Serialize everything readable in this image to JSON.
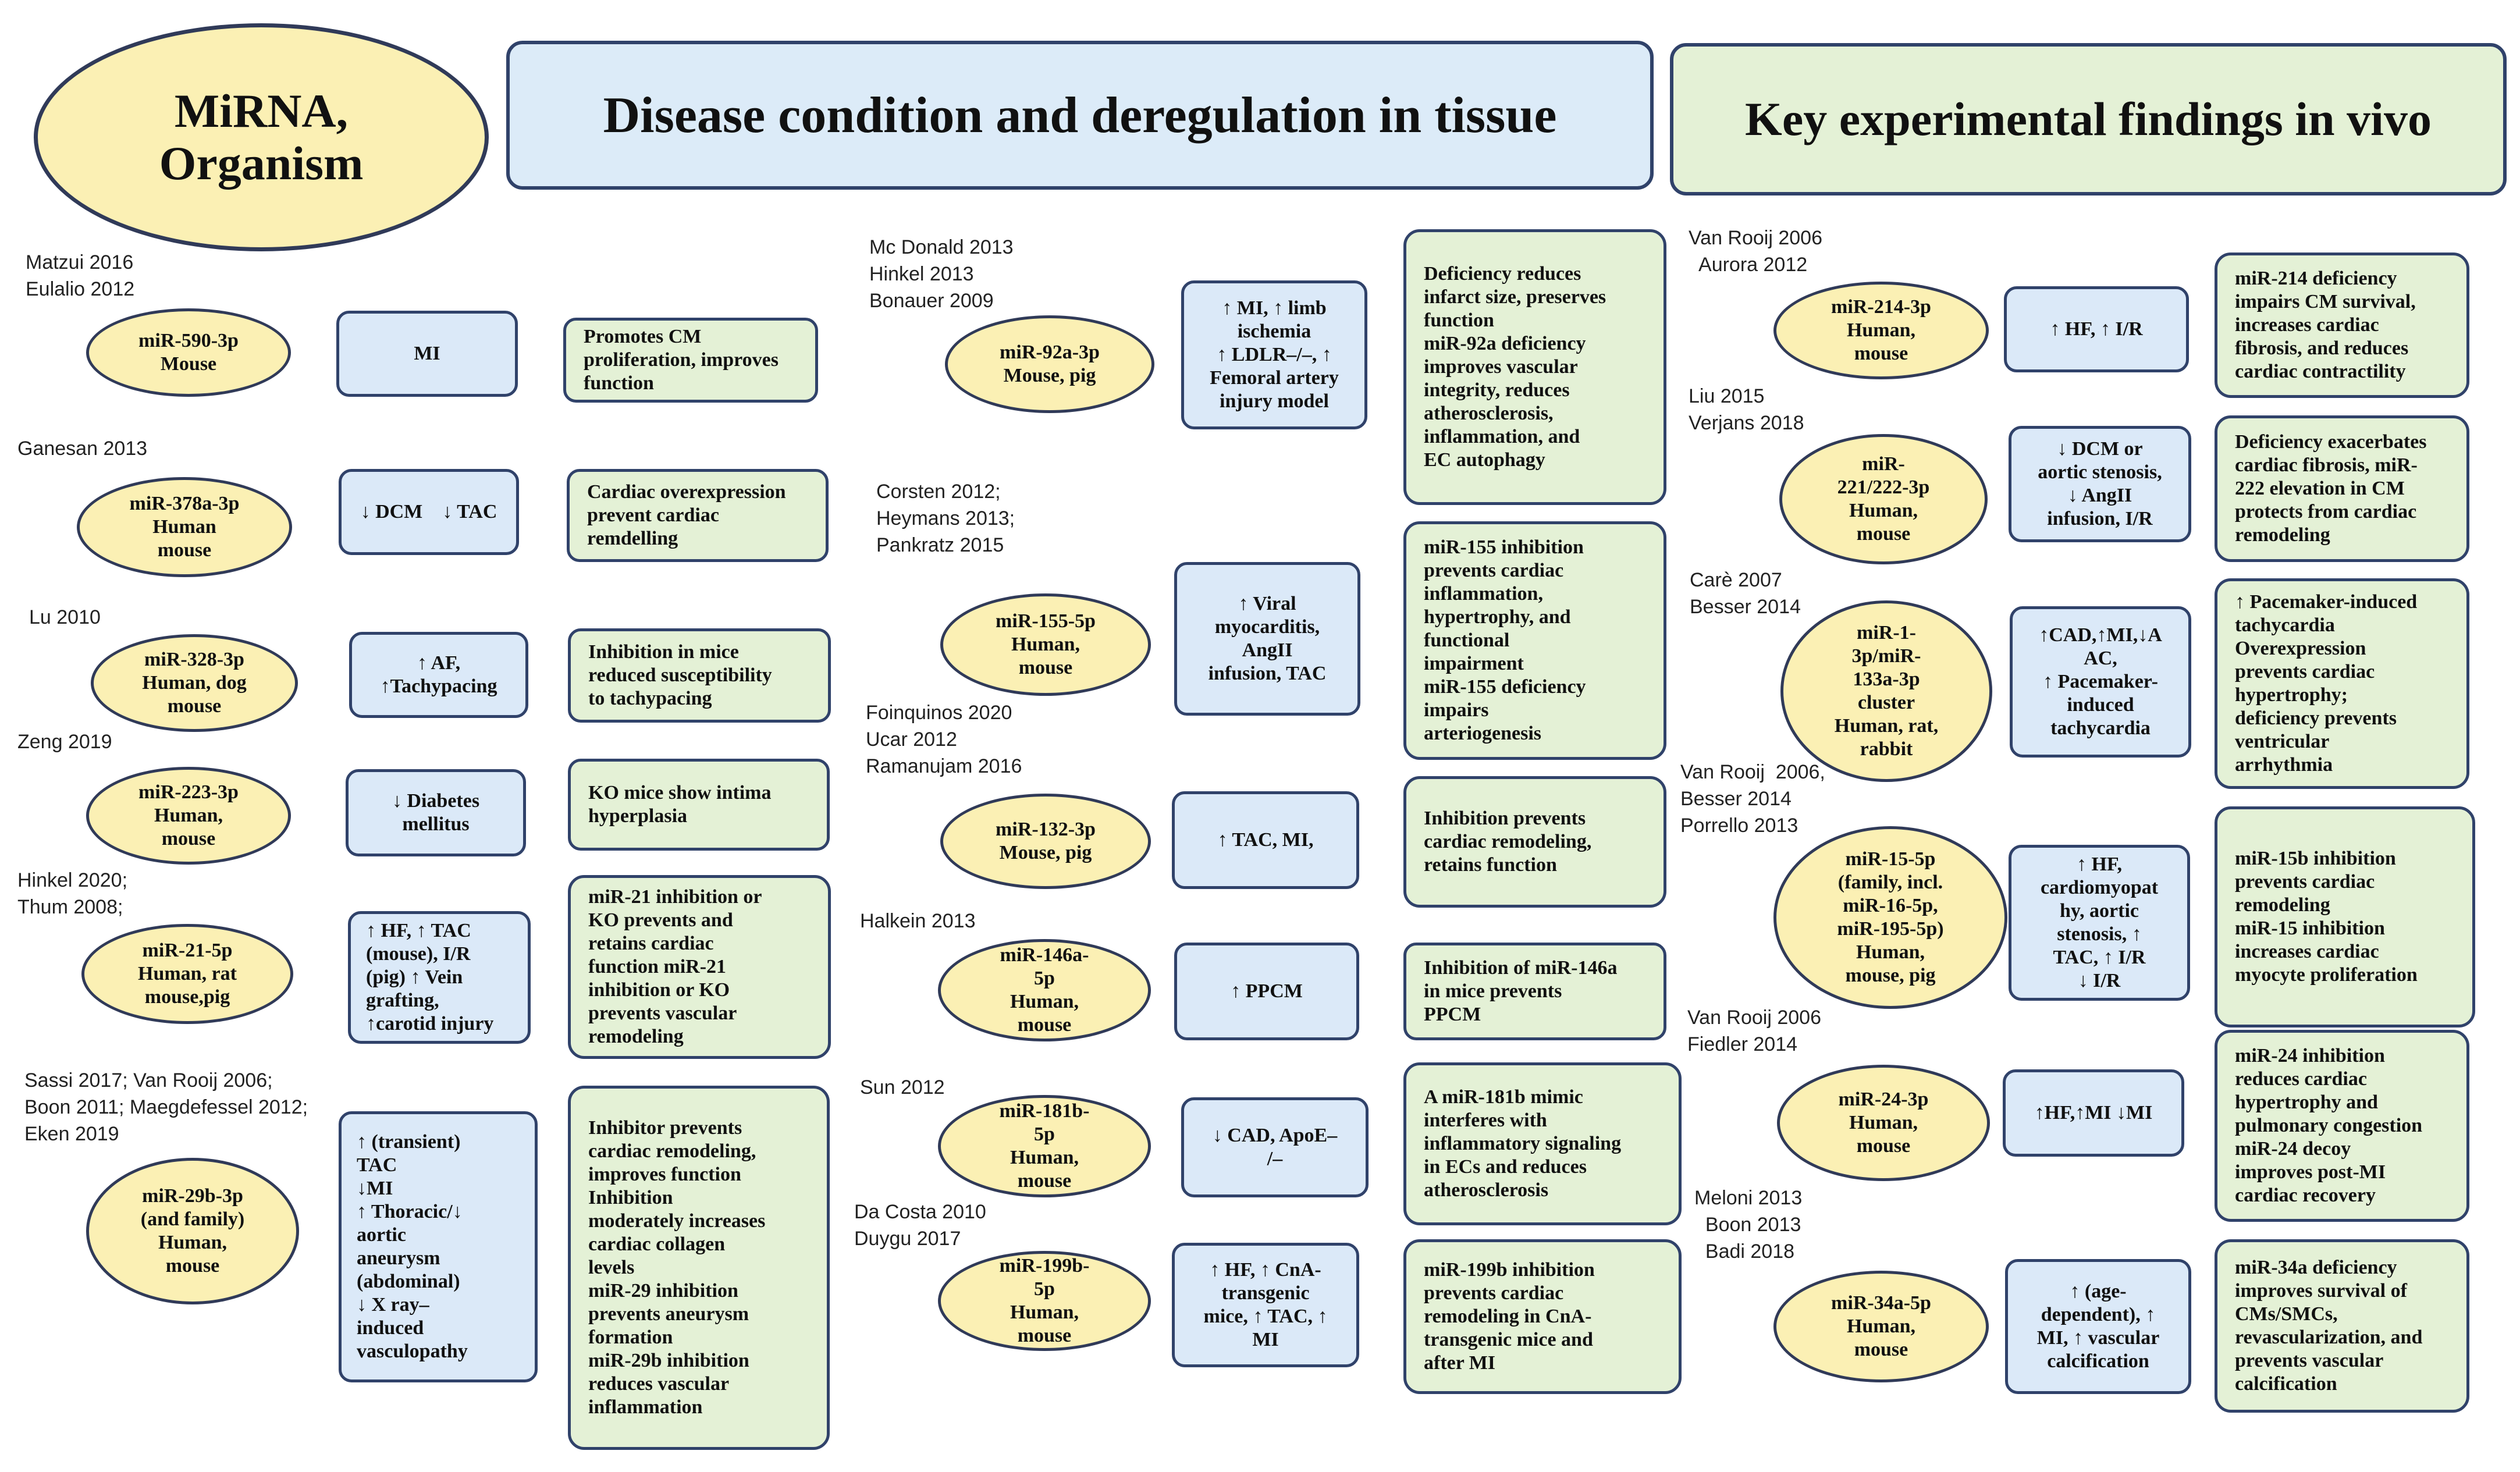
{
  "headers": {
    "mirna": "MiRNA,\nOrganism",
    "disease": "Disease condition and deregulation in tissue",
    "findings": "Key experimental findings in vivo"
  },
  "entries": [
    {
      "citation": "Matzui 2016\nEulalio 2012",
      "mirna": "miR-590-3p\nMouse",
      "condition": "MI",
      "finding": "Promotes CM\nproliferation, improves\nfunction"
    },
    {
      "citation": "Ganesan 2013",
      "mirna": "miR-378a-3p\nHuman\nmouse",
      "condition": "↓ DCM    ↓ TAC",
      "finding": "Cardiac overexpression\nprevent cardiac\nremdelling"
    },
    {
      "citation": "Lu 2010",
      "mirna": "miR-328-3p\nHuman, dog\nmouse",
      "condition": "↑ AF,\n↑Tachypacing",
      "finding": "Inhibition in mice\nreduced susceptibility\nto tachypacing"
    },
    {
      "citation": "Zeng 2019",
      "mirna": "miR-223-3p\nHuman,\nmouse",
      "condition": "↓ Diabetes\nmellitus",
      "finding": "KO mice show intima\nhyperplasia"
    },
    {
      "citation": "Hinkel 2020;\nThum 2008;",
      "mirna": "miR-21-5p\nHuman, rat\nmouse,pig",
      "condition": "↑ HF, ↑ TAC\n(mouse), I/R\n(pig) ↑ Vein\ngrafting,\n↑carotid injury",
      "finding": "miR-21 inhibition or\nKO prevents and\nretains cardiac\nfunction miR-21\ninhibition or KO\nprevents vascular\nremodeling"
    },
    {
      "citation": "Sassi 2017; Van Rooij 2006;\nBoon 2011; Maegdefessel 2012;\nEken 2019",
      "mirna": "miR-29b-3p\n(and family)\nHuman,\nmouse",
      "condition": "↑ (transient)\nTAC\n↓MI\n↑ Thoracic/↓\naortic\naneurysm\n(abdominal)\n↓ X ray–\ninduced\nvasculopathy",
      "finding": "Inhibitor prevents\ncardiac remodeling,\nimproves function\nInhibition\nmoderately increases\ncardiac collagen\nlevels\nmiR-29 inhibition\nprevents aneurysm\nformation\nmiR-29b inhibition\nreduces vascular\ninflammation"
    },
    {
      "citation": "Mc Donald 2013\nHinkel 2013\nBonauer 2009",
      "mirna": "miR-92a-3p\nMouse, pig",
      "condition": "↑ MI, ↑ limb\nischemia\n↑ LDLR–/–, ↑\nFemoral artery\ninjury model",
      "finding": "Deficiency reduces\ninfarct size, preserves\nfunction\nmiR-92a deficiency\nimproves vascular\nintegrity, reduces\natherosclerosis,\ninflammation, and\nEC autophagy"
    },
    {
      "citation": "Corsten 2012;\nHeymans 2013;\nPankratz 2015",
      "mirna": "miR-155-5p\nHuman,\nmouse",
      "condition": "↑ Viral\nmyocarditis,\nAngII\ninfusion, TAC",
      "finding": "miR-155 inhibition\nprevents cardiac\ninflammation,\nhypertrophy, and\nfunctional\nimpairment\nmiR-155 deficiency\nimpairs\narteriogenesis"
    },
    {
      "citation": "Foinquinos 2020\nUcar 2012\nRamanujam 2016",
      "mirna": "miR-132-3p\nMouse, pig",
      "condition": "↑ TAC, MI,",
      "finding": "Inhibition prevents\ncardiac remodeling,\nretains function"
    },
    {
      "citation": "Halkein 2013",
      "mirna": "miR-146a-\n5p\nHuman,\nmouse",
      "condition": "↑ PPCM",
      "finding": "Inhibition of miR-146a\nin mice prevents\nPPCM"
    },
    {
      "citation": "Sun 2012",
      "mirna": "miR-181b-\n5p\nHuman,\nmouse",
      "condition": "↓ CAD, ApoE–\n/–",
      "finding": "A miR-181b mimic\ninterferes with\ninflammatory signaling\nin ECs and reduces\natherosclerosis"
    },
    {
      "citation": "Da Costa 2010\nDuygu 2017",
      "mirna": "miR-199b-\n5p\nHuman,\nmouse",
      "condition": "↑ HF, ↑ CnA-\ntransgenic\nmice, ↑ TAC, ↑\nMI",
      "finding": "miR-199b inhibition\nprevents cardiac\nremodeling in CnA-\ntransgenic mice and\nafter MI"
    },
    {
      "citation": "Van Rooij 2006\n  Aurora 2012",
      "mirna": "miR-214-3p\nHuman,\nmouse",
      "condition": "↑ HF, ↑ I/R",
      "finding": "miR-214 deficiency\nimpairs CM survival,\nincreases cardiac\nfibrosis, and reduces\ncardiac contractility"
    },
    {
      "citation": "Liu 2015\nVerjans 2018",
      "mirna": "miR-\n221/222-3p\nHuman,\nmouse",
      "condition": "↓ DCM or\naortic stenosis,\n↓ AngII\ninfusion, I/R",
      "finding": "Deficiency exacerbates\ncardiac fibrosis, miR-\n222 elevation in CM\nprotects from cardiac\nremodeling"
    },
    {
      "citation": "Carè 2007\nBesser 2014",
      "mirna": "miR-1-\n3p/miR-\n133a-3p\ncluster\nHuman, rat,\nrabbit",
      "condition": "↑CAD,↑MI,↓A\nAC,\n↑ Pacemaker-\ninduced\ntachycardia",
      "finding": "↑ Pacemaker-induced\ntachycardia\nOverexpression\nprevents cardiac\nhypertrophy;\ndeficiency prevents\nventricular\narrhythmia"
    },
    {
      "citation": "Van Rooij  2006,\nBesser 2014\nPorrello 2013",
      "mirna": "miR-15-5p\n(family, incl.\nmiR-16-5p,\nmiR-195-5p)\nHuman,\nmouse, pig",
      "condition": "↑ HF,\ncardiomyopat\nhy, aortic\nstenosis, ↑\nTAC, ↑ I/R\n↓ I/R",
      "finding": "miR-15b inhibition\nprevents cardiac\nremodeling\nmiR-15 inhibition\nincreases cardiac\nmyocyte proliferation"
    },
    {
      "citation": "Van Rooij 2006\nFiedler 2014",
      "mirna": "miR-24-3p\nHuman,\nmouse",
      "condition": "↑HF,↑MI ↓MI",
      "finding": "miR-24 inhibition\nreduces cardiac\nhypertrophy and\npulmonary congestion\nmiR-24 decoy\nimproves post-MI\ncardiac recovery"
    },
    {
      "citation": "Meloni 2013\n  Boon 2013\n  Badi 2018",
      "mirna": "miR-34a-5p\nHuman,\nmouse",
      "condition": "↑ (age-\ndependent), ↑\nMI, ↑ vascular\ncalcification",
      "finding": "miR-34a deficiency\nimproves survival of\nCMs/SMCs,\nrevascularization, and\nprevents vascular\ncalcification"
    }
  ]
}
